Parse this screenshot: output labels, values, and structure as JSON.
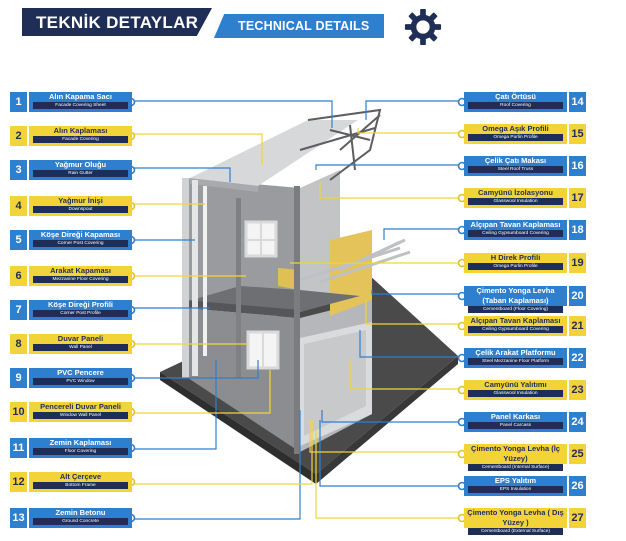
{
  "header": {
    "title_tr": "TEKNİK DETAYLAR",
    "title_en": "TECHNICAL DETAILS",
    "icon": "gear-icon"
  },
  "colors": {
    "navy": "#1f2e57",
    "blue": "#2f7fcf",
    "yellow": "#f2d438"
  },
  "left_labels": [
    {
      "num": "1",
      "tr": "Alın Kapama Sacı",
      "en": "Facade Covering Sheet",
      "color": "blue"
    },
    {
      "num": "2",
      "tr": "Alın Kaplaması",
      "en": "Facade Covering",
      "color": "yellow"
    },
    {
      "num": "3",
      "tr": "Yağmur Oluğu",
      "en": "Rain Gutter",
      "color": "blue"
    },
    {
      "num": "4",
      "tr": "Yağmur İnişi",
      "en": "Downspout",
      "color": "yellow"
    },
    {
      "num": "5",
      "tr": "Köşe Direği Kapaması",
      "en": "Corner Post Covering",
      "color": "blue"
    },
    {
      "num": "6",
      "tr": "Arakat Kapaması",
      "en": "Mezzanine Floor Covering",
      "color": "yellow"
    },
    {
      "num": "7",
      "tr": "Köşe Direği Profili",
      "en": "Corner Post Profile",
      "color": "blue"
    },
    {
      "num": "8",
      "tr": "Duvar Paneli",
      "en": "Wall Panel",
      "color": "yellow"
    },
    {
      "num": "9",
      "tr": "PVC Pencere",
      "en": "PVC Window",
      "color": "blue"
    },
    {
      "num": "10",
      "tr": "Pencereli Duvar Paneli",
      "en": "Window Wall Panel",
      "color": "yellow"
    },
    {
      "num": "11",
      "tr": "Zemin Kaplaması",
      "en": "Floor Covering",
      "color": "blue"
    },
    {
      "num": "12",
      "tr": "Alt Çerçeve",
      "en": "Bottom Frame",
      "color": "yellow"
    },
    {
      "num": "13",
      "tr": "Zemin Betonu",
      "en": "Ground Concrete",
      "color": "blue"
    }
  ],
  "right_labels": [
    {
      "num": "14",
      "tr": "Çatı Örtüsü",
      "en": "Roof Covering",
      "color": "blue"
    },
    {
      "num": "15",
      "tr": "Omega Aşık Profili",
      "en": "Omega Purlin Profile",
      "color": "yellow"
    },
    {
      "num": "16",
      "tr": "Çelik Çatı Makası",
      "en": "Steel Roof Truss",
      "color": "blue"
    },
    {
      "num": "17",
      "tr": "Camyünü İzolasyonu",
      "en": "Glasswool Insulation",
      "color": "yellow"
    },
    {
      "num": "18",
      "tr": "Alçıpan Tavan Kaplaması",
      "en": "Ceiling Gypsumboard Covering",
      "color": "blue"
    },
    {
      "num": "19",
      "tr": "H Direk Profili",
      "en": "Omega Purlin Profile",
      "color": "yellow"
    },
    {
      "num": "20",
      "tr": "Çimento Yonga Levha (Taban Kaplaması)",
      "en": "Cementboard (Floor Covering)",
      "color": "blue"
    },
    {
      "num": "21",
      "tr": "Alçıpan Tavan Kaplaması",
      "en": "Ceiling Gypsumboard Covering",
      "color": "yellow"
    },
    {
      "num": "22",
      "tr": "Çelik Arakat Platformu",
      "en": "Steel Mezzanine Floor Platform",
      "color": "blue"
    },
    {
      "num": "23",
      "tr": "Camyünü Yalıtımı",
      "en": "Glasswool Insulation",
      "color": "yellow"
    },
    {
      "num": "24",
      "tr": "Panel Karkası",
      "en": "Panel Carcass",
      "color": "blue"
    },
    {
      "num": "25",
      "tr": "Çimento Yonga Levha (İç Yüzey)",
      "en": "Cementboard (Internal Surface)",
      "color": "yellow"
    },
    {
      "num": "26",
      "tr": "EPS Yalıtım",
      "en": "EPS Insulation",
      "color": "blue"
    },
    {
      "num": "27",
      "tr": "Çimento Yonga Levha ( Dış Yüzey )",
      "en": "Cementboard (External Surface)",
      "color": "yellow"
    }
  ]
}
